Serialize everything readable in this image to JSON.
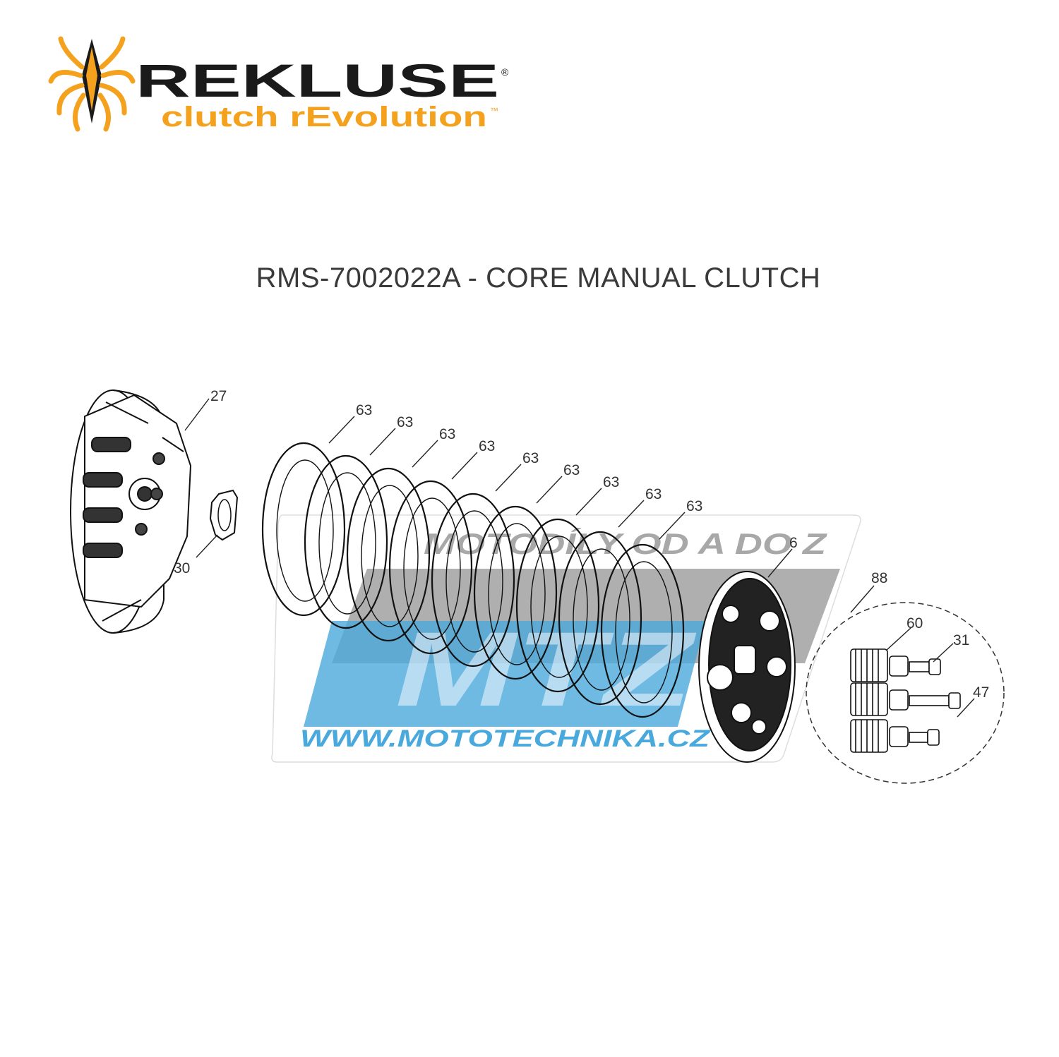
{
  "brand": {
    "name": "REKLUSE",
    "registered_mark": "®",
    "tagline": "clutch rEvolution",
    "trademark": "™",
    "colors": {
      "accent": "#f4a11e",
      "dark": "#1a1a1a"
    }
  },
  "title": "RMS-7002022A - CORE MANUAL CLUTCH",
  "watermark": {
    "line1": "MOTODÍLY OD A DO Z",
    "logo": "MTZ",
    "url": "WWW.MOTOTECHNIKA.CZ",
    "colors": {
      "blue": "#2a9ad6",
      "gray": "#7a7a7a"
    }
  },
  "callouts": {
    "basket": "27",
    "washer": "30",
    "plate1": "63",
    "plate2": "63",
    "plate3": "63",
    "plate4": "63",
    "plate5": "63",
    "plate6": "63",
    "plate7": "63",
    "plate8": "63",
    "plate9": "63",
    "pressure_plate": "6",
    "spring_kit": "88",
    "spring": "60",
    "retainer": "31",
    "bolt": "47"
  }
}
